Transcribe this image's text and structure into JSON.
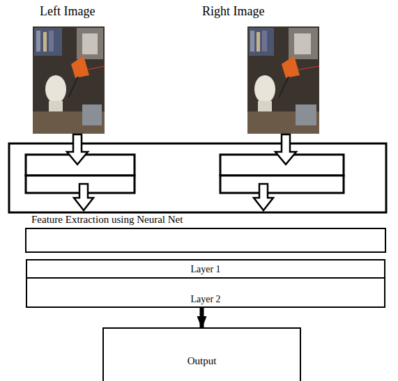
{
  "diagram": {
    "nodes": [
      {
        "text": [
          "Layer 1"
        ]
      },
      {
        "text": [
          "Layer 2"
        ]
      },
      {
        "text": [
          "Output"
        ]
      }
    ],
    "edges": [
      {
        "from": 1,
        "to": 2,
        "arrow": "to"
      }
    ],
    "labels": [
      "Left Image",
      "Right Image",
      "Feature Extraction using Neural Net"
    ]
  }
}
